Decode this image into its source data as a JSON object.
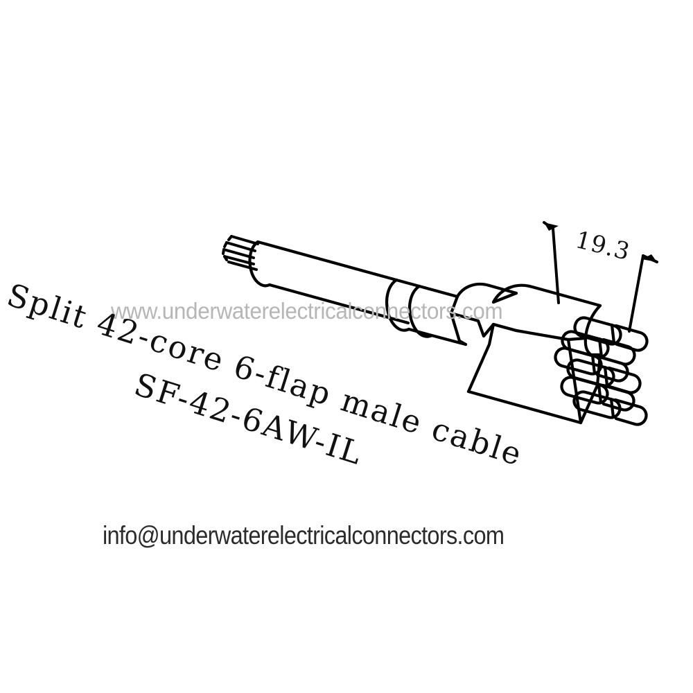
{
  "page": {
    "background_color": "#ffffff",
    "line_color": "#000000",
    "title": "Split 42-core 6-flap male cable SF-42-6AW-IL"
  },
  "drawing": {
    "type": "technical-line-drawing",
    "subject": "underwater electrical connector cable assembly",
    "view": "isometric",
    "components": [
      "cable-jacket",
      "wire-strands",
      "strain-relief-collar",
      "connector-body",
      "pin-stubs"
    ],
    "pin_stub_count": 6
  },
  "dimension": {
    "label": "19.3",
    "arrow_direction": "outward",
    "target": "connector-body-width"
  },
  "caption": {
    "line1": "Split 42-core 6-flap male cable",
    "line2": "SF-42-6AW-IL"
  },
  "watermark": {
    "text": "www.underwaterelectricalconnectors.com",
    "color": "#b6b6b6"
  },
  "contact": {
    "email": "info@underwaterelectricalconnectors.com",
    "color": "#2b2b2b"
  }
}
